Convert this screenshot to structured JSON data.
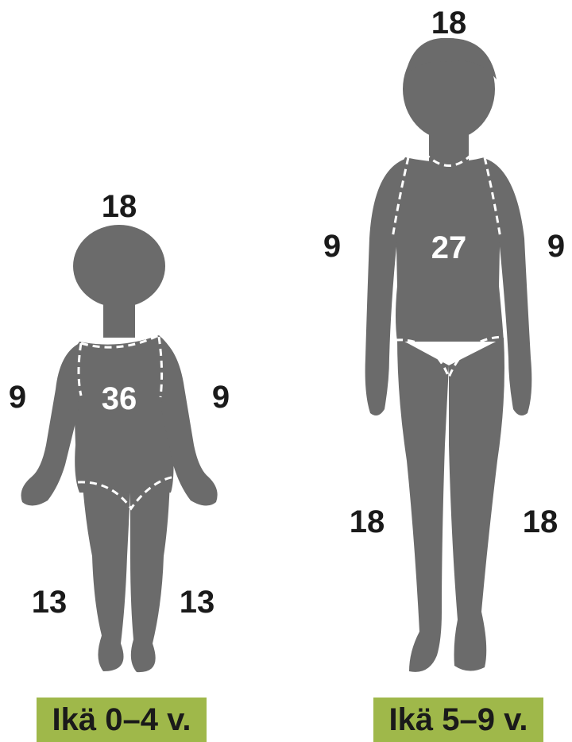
{
  "child_0_4": {
    "label": "Ikä 0–4 v.",
    "head": "18",
    "torso": "36",
    "arm_left": "9",
    "arm_right": "9",
    "leg_left": "13",
    "leg_right": "13"
  },
  "child_5_9": {
    "label": "Ikä 5–9 v.",
    "head": "18",
    "torso": "27",
    "arm_left": "9",
    "arm_right": "9",
    "leg_left": "18",
    "leg_right": "18"
  },
  "colors": {
    "silhouette": "#6b6b6b",
    "badge": "#9fb84a",
    "text": "#1a1a1a",
    "seam": "#ffffff"
  }
}
